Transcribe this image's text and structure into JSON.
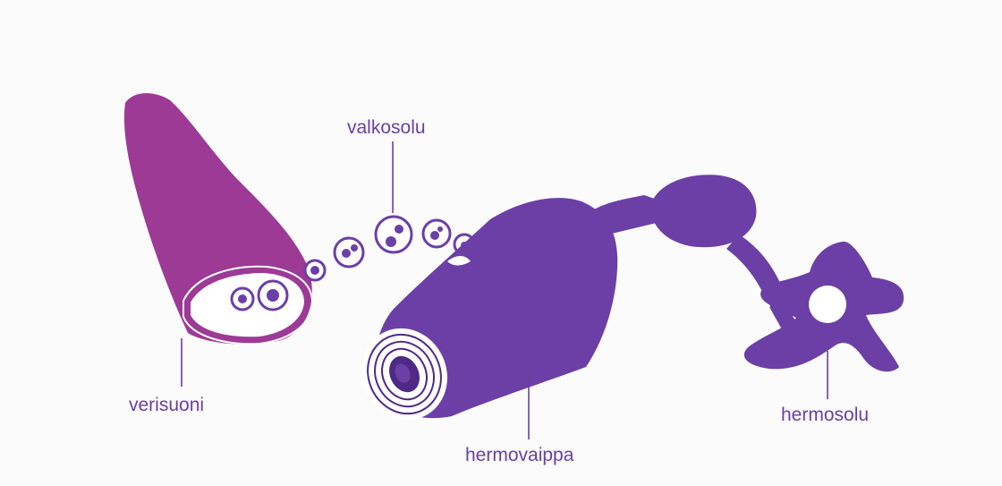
{
  "labels": {
    "white_cell": "valkosolu",
    "blood_vessel": "verisuoni",
    "myelin_sheath": "hermovaippa",
    "nerve_cell": "hermosolu"
  },
  "colors": {
    "background": "#fbfbfb",
    "vessel_fill": "#9c3a96",
    "vessel_edge": "#7e2a7b",
    "nerve_fill": "#6c3fa6",
    "nerve_dark": "#4f2a85",
    "label_text": "#6a3fa5",
    "leader_line": "#6a3fa5",
    "white": "#ffffff"
  }
}
